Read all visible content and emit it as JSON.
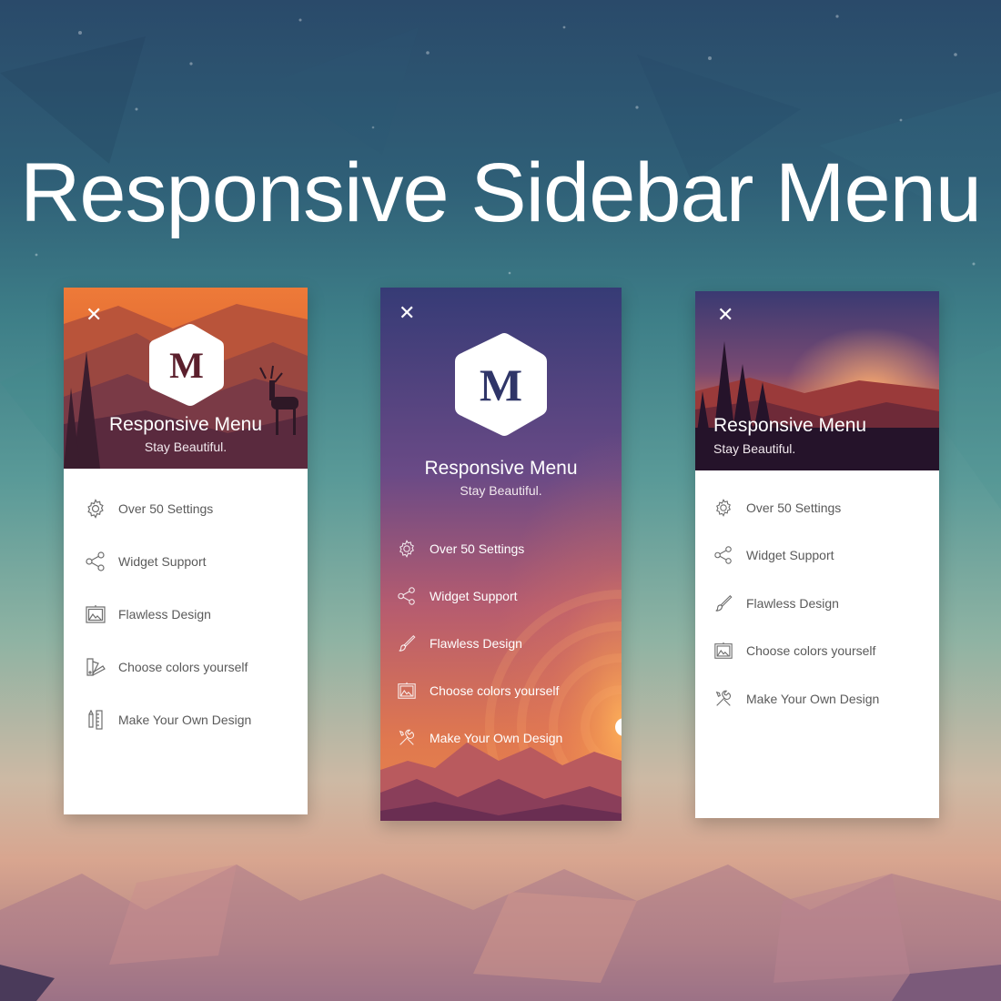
{
  "page_title": "Responsive Sidebar Menu",
  "panels": [
    {
      "logo_letter": "M",
      "title": "Responsive Menu",
      "subtitle": "Stay Beautiful.",
      "close_symbol": "✕",
      "items": [
        {
          "label": "Over 50 Settings",
          "icon": "gear-icon"
        },
        {
          "label": "Widget Support",
          "icon": "share-icon"
        },
        {
          "label": "Flawless Design",
          "icon": "picture-icon"
        },
        {
          "label": "Choose colors yourself",
          "icon": "color-swatch-icon"
        },
        {
          "label": "Make Your Own Design",
          "icon": "ruler-pencil-icon"
        }
      ]
    },
    {
      "logo_letter": "M",
      "title": "Responsive Menu",
      "subtitle": "Stay Beautiful.",
      "close_symbol": "✕",
      "items": [
        {
          "label": "Over 50 Settings",
          "icon": "gear-icon"
        },
        {
          "label": "Widget Support",
          "icon": "share-icon"
        },
        {
          "label": "Flawless Design",
          "icon": "brush-icon"
        },
        {
          "label": "Choose colors yourself",
          "icon": "picture-icon"
        },
        {
          "label": "Make Your Own Design",
          "icon": "tools-icon"
        }
      ]
    },
    {
      "title": "Responsive Menu",
      "subtitle": "Stay Beautiful.",
      "close_symbol": "✕",
      "items": [
        {
          "label": "Over 50 Settings",
          "icon": "gear-icon"
        },
        {
          "label": "Widget Support",
          "icon": "share-icon"
        },
        {
          "label": "Flawless Design",
          "icon": "brush-icon"
        },
        {
          "label": "Choose colors yourself",
          "icon": "picture-icon"
        },
        {
          "label": "Make Your Own Design",
          "icon": "tools-icon"
        }
      ]
    }
  ],
  "colors": {
    "logo_letter": "#5b1f2c",
    "panel2_top": "#3a3f78",
    "panel2_bottom": "#e98a4a",
    "sunset_orange": "#e7813f"
  }
}
